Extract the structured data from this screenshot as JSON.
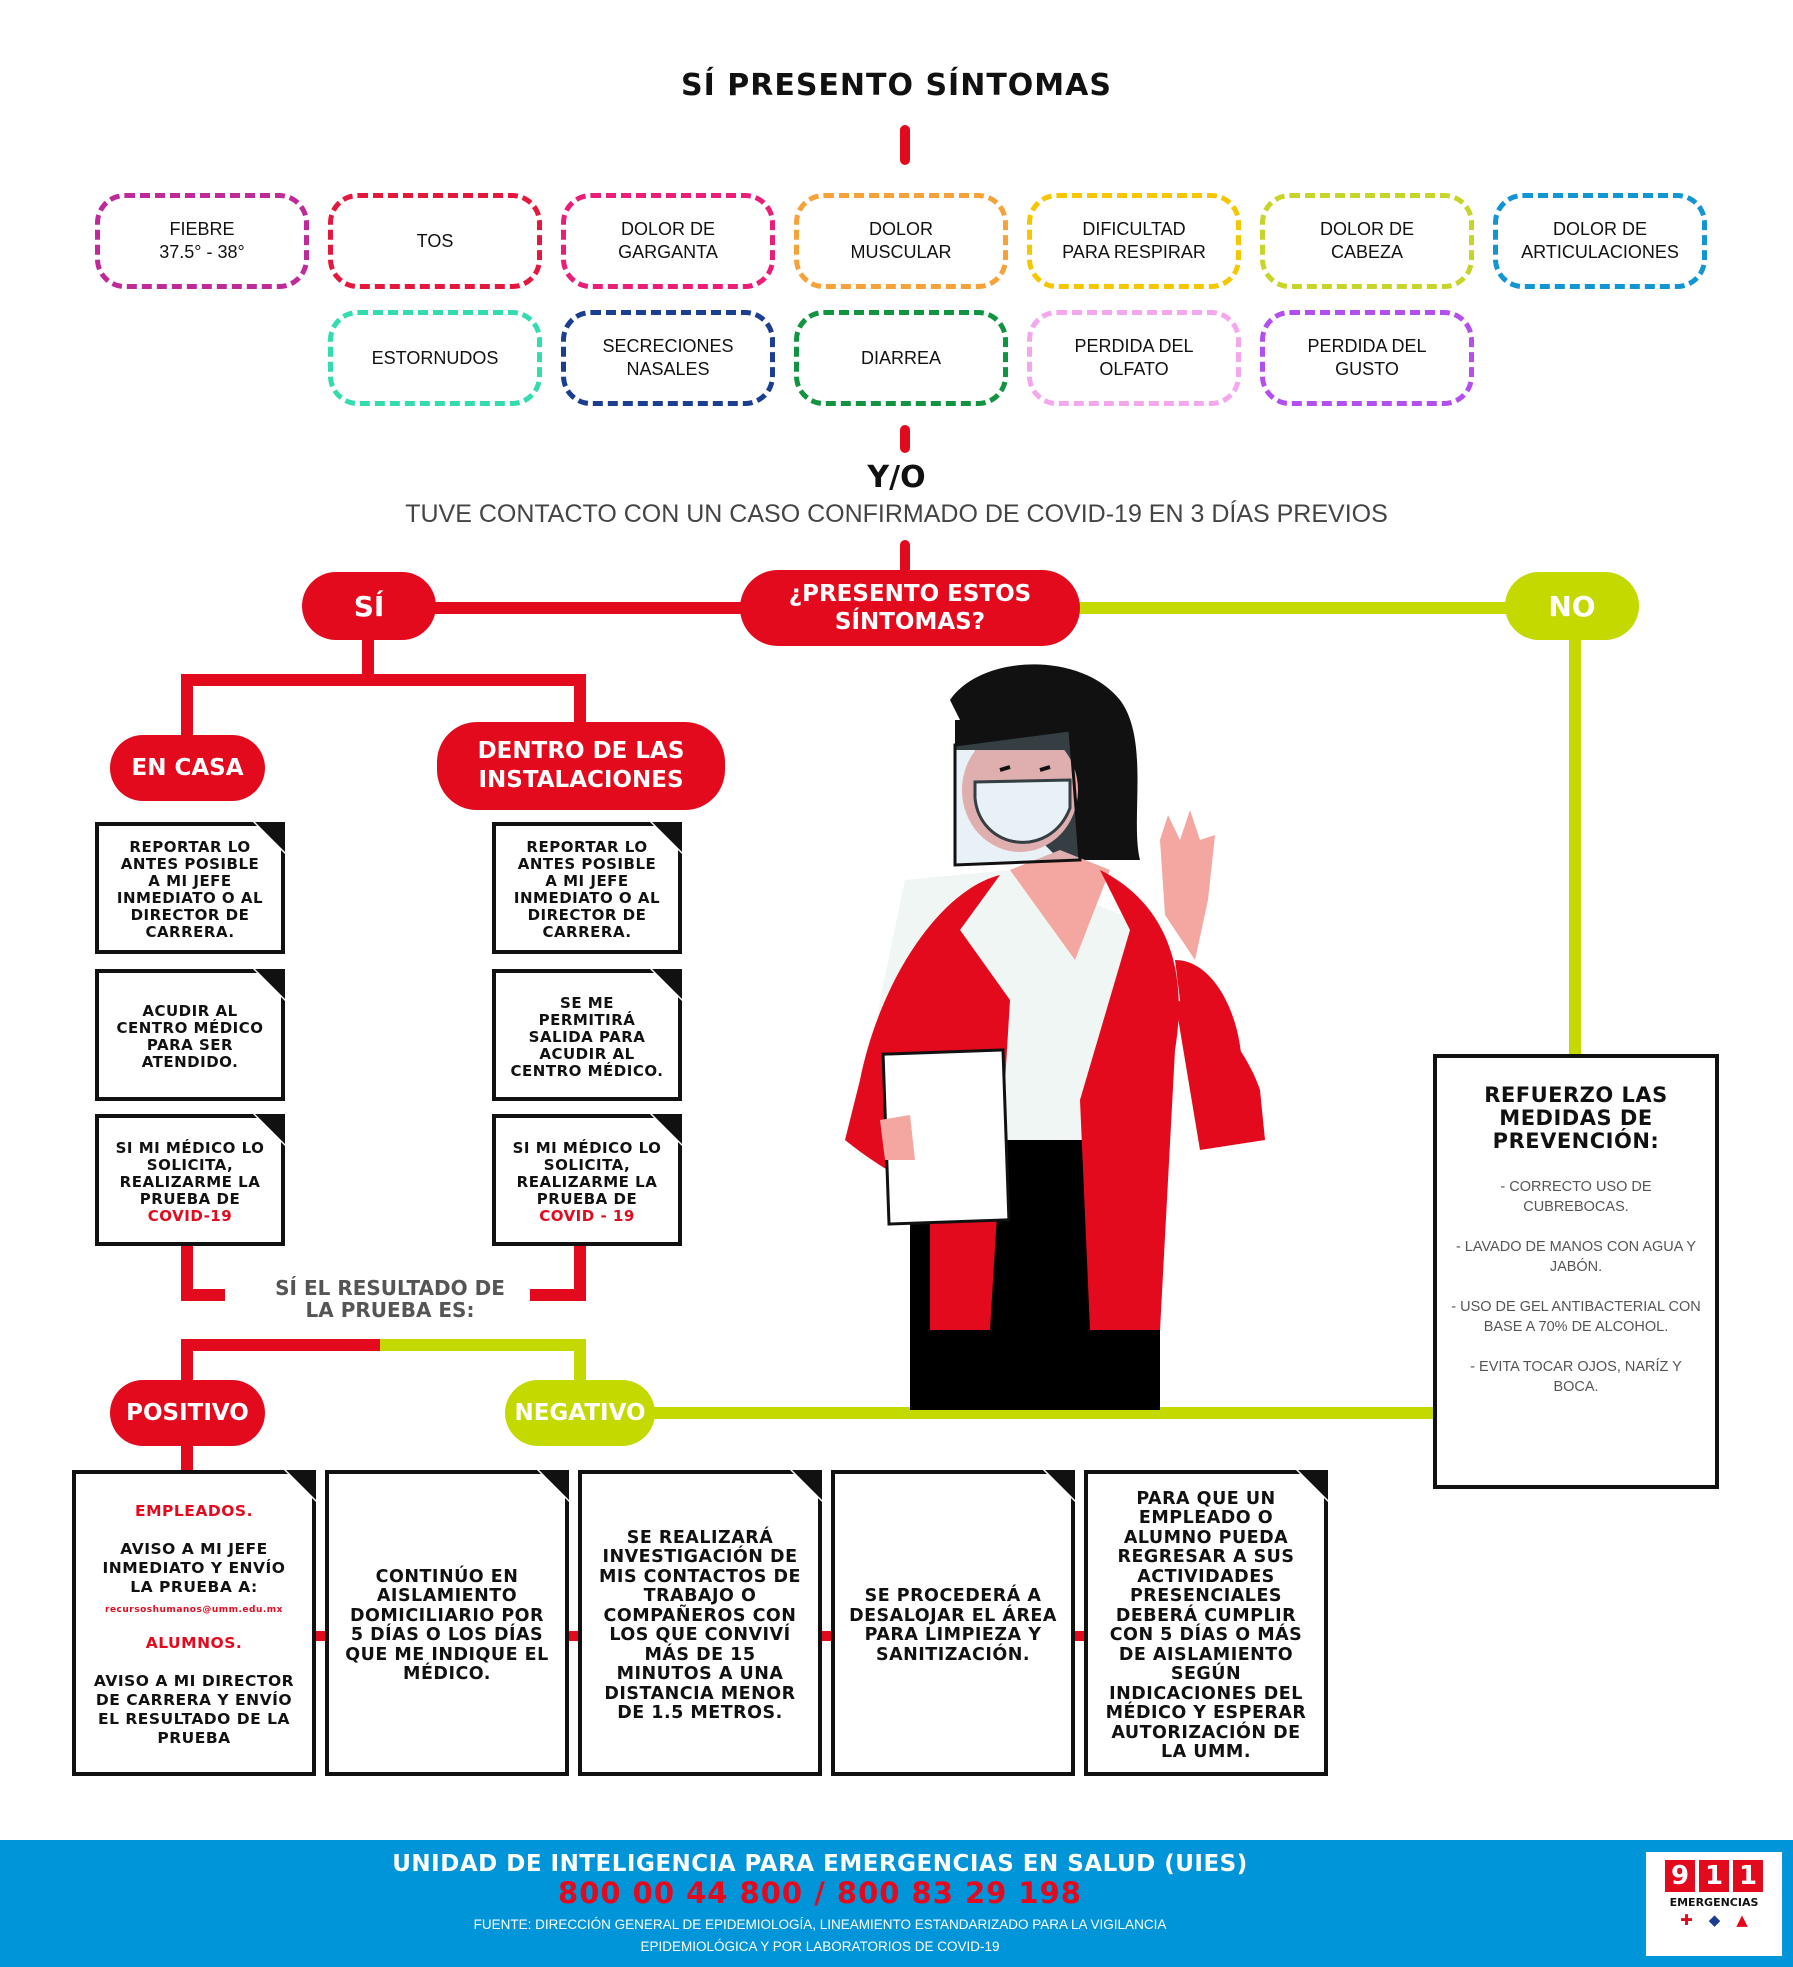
{
  "header": {
    "title": "SÍ PRESENTO SÍNTOMAS"
  },
  "symptoms": [
    {
      "label": "FIEBRE\n37.5° - 38°",
      "color": "#c0299a"
    },
    {
      "label": "TOS",
      "color": "#e4173c"
    },
    {
      "label": "DOLOR DE\nGARGANTA",
      "color": "#ea1e79"
    },
    {
      "label": "DOLOR\nMUSCULAR",
      "color": "#f7a239"
    },
    {
      "label": "DIFICULTAD\nPARA RESPIRAR",
      "color": "#f6c700"
    },
    {
      "label": "DOLOR DE\nCABEZA",
      "color": "#c7d52a"
    },
    {
      "label": "DOLOR DE\nARTICULACIONES",
      "color": "#1295d3"
    },
    {
      "label": "ESTORNUDOS",
      "color": "#33dcae"
    },
    {
      "label": "SECRECIONES\nNASALES",
      "color": "#1b3e91"
    },
    {
      "label": "DIARREA",
      "color": "#11943f"
    },
    {
      "label": "PERDIDA DEL\nOLFATO",
      "color": "#f5a7ee"
    },
    {
      "label": "PERDIDA DEL\nGUSTO",
      "color": "#b34fef"
    }
  ],
  "connector": {
    "yo": "Y/O",
    "contact": "TUVE CONTACTO CON UN CASO CONFIRMADO DE COVID-19 EN 3 DÍAS PREVIOS"
  },
  "decision": {
    "question": "¿PRESENTO ESTOS\nSÍNTOMAS?",
    "yes": "SÍ",
    "no": "NO"
  },
  "branches": {
    "home": {
      "label": "EN CASA",
      "steps": [
        "REPORTAR LO ANTES POSIBLE A MI JEFE INMEDIATO O AL DIRECTOR DE CARRERA.",
        "ACUDIR AL CENTRO MÉDICO PARA SER ATENDIDO.",
        "SI MI MÉDICO LO SOLICITA, REALIZARME LA PRUEBA DE"
      ],
      "step3_highlight": "COVID-19"
    },
    "facility": {
      "label": "DENTRO DE LAS\nINSTALACIONES",
      "steps": [
        "REPORTAR LO ANTES POSIBLE A MI JEFE INMEDIATO O AL DIRECTOR DE CARRERA.",
        "SE ME PERMITIRÁ SALIDA PARA ACUDIR AL CENTRO MÉDICO.",
        "SI MI MÉDICO LO SOLICITA, REALIZARME LA PRUEBA DE"
      ],
      "step3_highlight": "COVID - 19"
    }
  },
  "result": {
    "question": "SÍ EL RESULTADO DE\nLA PRUEBA ES:",
    "positive": "POSITIVO",
    "negative": "NEGATIVO"
  },
  "outcomes": {
    "positive": {
      "employees_title": "EMPLEADOS.",
      "employees_text": "AVISO A MI JEFE INMEDIATO Y ENVÍO LA PRUEBA A:",
      "email": "recursoshumanos@umm.edu.mx",
      "students_title": "ALUMNOS.",
      "students_text": "AVISO A MI DIRECTOR DE CARRERA Y ENVÍO EL RESULTADO DE LA PRUEBA"
    },
    "steps": [
      "CONTINÚO EN AISLAMIENTO DOMICILIARIO POR 5 DÍAS O LOS DÍAS QUE ME INDIQUE EL MÉDICO.",
      "SE REALIZARÁ INVESTIGACIÓN DE MIS CONTACTOS DE TRABAJO O COMPAÑEROS CON LOS QUE CONVIVÍ MÁS DE 15 MINUTOS A UNA DISTANCIA MENOR DE 1.5 METROS.",
      "SE PROCEDERÁ A DESALOJAR EL ÁREA PARA LIMPIEZA Y SANITIZACIÓN.",
      "PARA QUE UN EMPLEADO O ALUMNO PUEDA REGRESAR A SUS ACTIVIDADES PRESENCIALES DEBERÁ CUMPLIR CON 5 DÍAS O MÁS DE AISLAMIENTO SEGÚN INDICACIONES DEL MÉDICO Y ESPERAR AUTORIZACIÓN DE LA UMM."
    ]
  },
  "prevention": {
    "title": "REFUERZO LAS\nMEDIDAS DE\nPREVENCIÓN:",
    "items": [
      "- CORRECTO USO DE CUBREBOCAS.",
      "- LAVADO DE MANOS CON AGUA Y JABÓN.",
      "- USO DE GEL ANTIBACTERIAL CON BASE A 70% DE ALCOHOL.",
      "- EVITA TOCAR OJOS, NARÍZ Y BOCA."
    ]
  },
  "footer": {
    "org": "UNIDAD DE INTELIGENCIA PARA EMERGENCIAS EN SALUD (UIES)",
    "phones": "800 00 44 800 / 800 83 29 198",
    "source": "FUENTE: DIRECCIÓN GENERAL DE EPIDEMIOLOGÍA, LINEAMIENTO ESTANDARIZADO PARA LA VIGILANCIA\nEPIDEMIOLÓGICA Y POR LABORATORIOS DE COVID-19"
  },
  "logo": {
    "digits": [
      "9",
      "1",
      "1"
    ],
    "text": "EMERGENCIAS"
  },
  "colors": {
    "red": "#e30a1e",
    "lime": "#c3d900",
    "blue": "#0095d8"
  }
}
